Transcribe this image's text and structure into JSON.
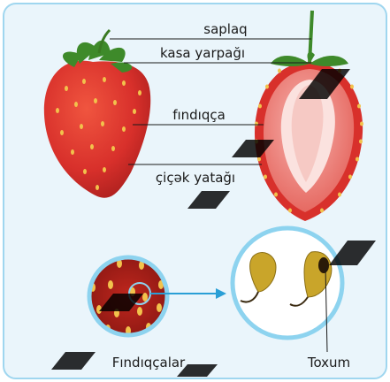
{
  "labels": {
    "stem": "saplaq",
    "sepal": "kasa yarpağı",
    "achene": "fındıqça",
    "receptacle": "çiçək yatağı",
    "achenes": "Fındıqçalar",
    "seed": "Toxum"
  },
  "colors": {
    "panel_bg": "#eaf5fb",
    "panel_border": "#9fd6ef",
    "strawberry_red": "#d8302b",
    "flesh_pink": "#f08c88",
    "core_light": "#fbe2df",
    "leaf_green": "#3e8a2a",
    "circle_blue": "#8dd3ef",
    "arrow_blue": "#2a9fd6",
    "seed_gold": "#c9a52a",
    "watermark": "#000000"
  }
}
